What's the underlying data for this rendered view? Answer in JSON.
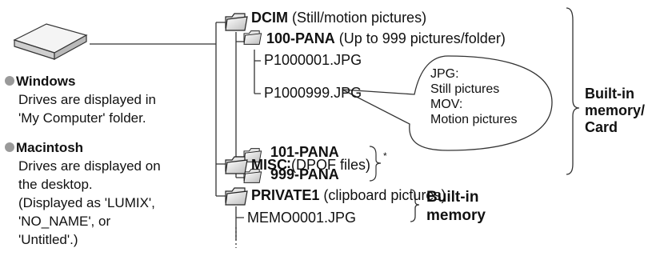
{
  "left": {
    "windows": {
      "heading": "Windows",
      "lines": [
        "Drives are displayed in",
        "'My Computer' folder."
      ]
    },
    "mac": {
      "heading": "Macintosh",
      "lines": [
        "Drives are displayed on",
        "the desktop.",
        "(Displayed as 'LUMIX',",
        "'NO_NAME', or",
        "'Untitled'.)"
      ]
    }
  },
  "tree": {
    "dcim": {
      "name": "DCIM",
      "desc": "(Still/motion pictures)"
    },
    "pana100": {
      "name": "100-PANA",
      "desc": "(Up to 999 pictures/folder)"
    },
    "file_first": "P1000001.JPG",
    "file_last": "P1000999.JPG",
    "pana101": "101-PANA",
    "dots": ":",
    "pana999": "999-PANA",
    "asterisk": "*",
    "misc": {
      "name": "MISC",
      "desc": "(DPOF files)"
    },
    "private": {
      "name": "PRIVATE1",
      "desc": "(clipboard pictures)"
    },
    "memo": "MEMO0001.JPG"
  },
  "callout": {
    "lines": [
      "JPG:",
      "Still pictures",
      "MOV:",
      "Motion pictures"
    ]
  },
  "labels": {
    "builtin_card": [
      "Built-in",
      "memory/",
      "Card"
    ],
    "builtin_memory": [
      "Built-in",
      "memory"
    ]
  }
}
